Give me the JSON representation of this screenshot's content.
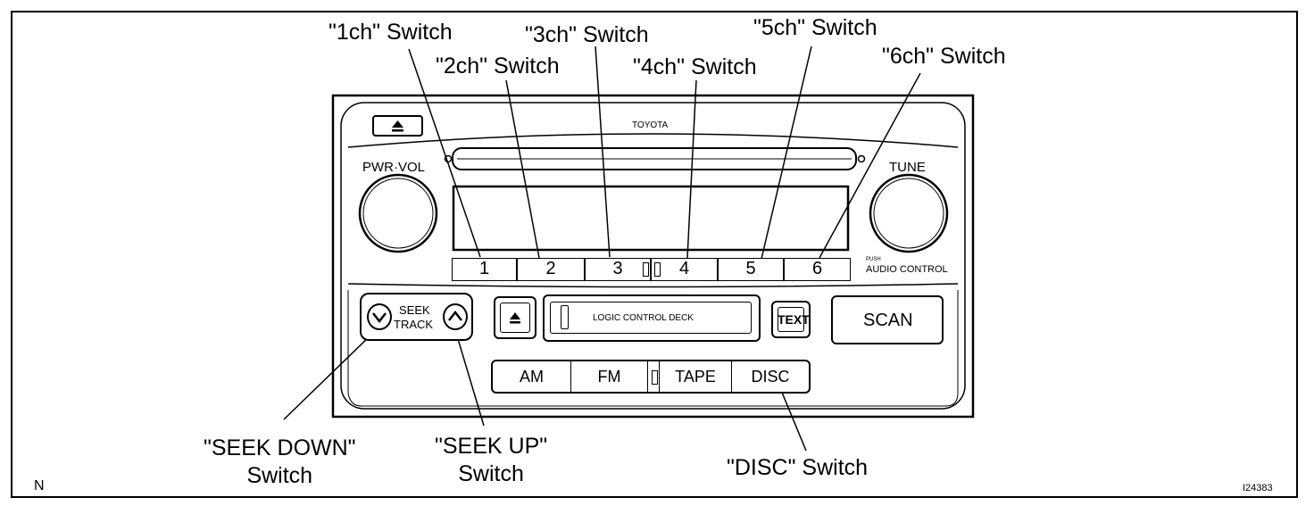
{
  "diagram": {
    "callouts": {
      "ch1": "\"1ch\" Switch",
      "ch2": "\"2ch\" Switch",
      "ch3": "\"3ch\" Switch",
      "ch4": "\"4ch\" Switch",
      "ch5": "\"5ch\" Switch",
      "ch6": "\"6ch\" Switch",
      "seek_down_line1": "\"SEEK DOWN\"",
      "seek_down_line2": "Switch",
      "seek_up_line1": "\"SEEK UP\"",
      "seek_up_line2": "Switch",
      "disc": "\"DISC\" Switch"
    },
    "corner_left": "N",
    "corner_right": "I24383"
  },
  "radio": {
    "brand": "TOYOTA",
    "pwr_vol_label": "PWR·VOL",
    "tune_label": "TUNE",
    "push_label": "PUSH",
    "audio_control_label": "AUDIO CONTROL",
    "channels": [
      "1",
      "2",
      "3",
      "4",
      "5",
      "6"
    ],
    "seek_label_1": "SEEK",
    "seek_label_2": "TRACK",
    "deck_label": "LOGIC CONTROL DECK",
    "text_button": "TEXT",
    "scan_button": "SCAN",
    "modes": [
      "AM",
      "FM",
      "TAPE",
      "DISC"
    ]
  }
}
